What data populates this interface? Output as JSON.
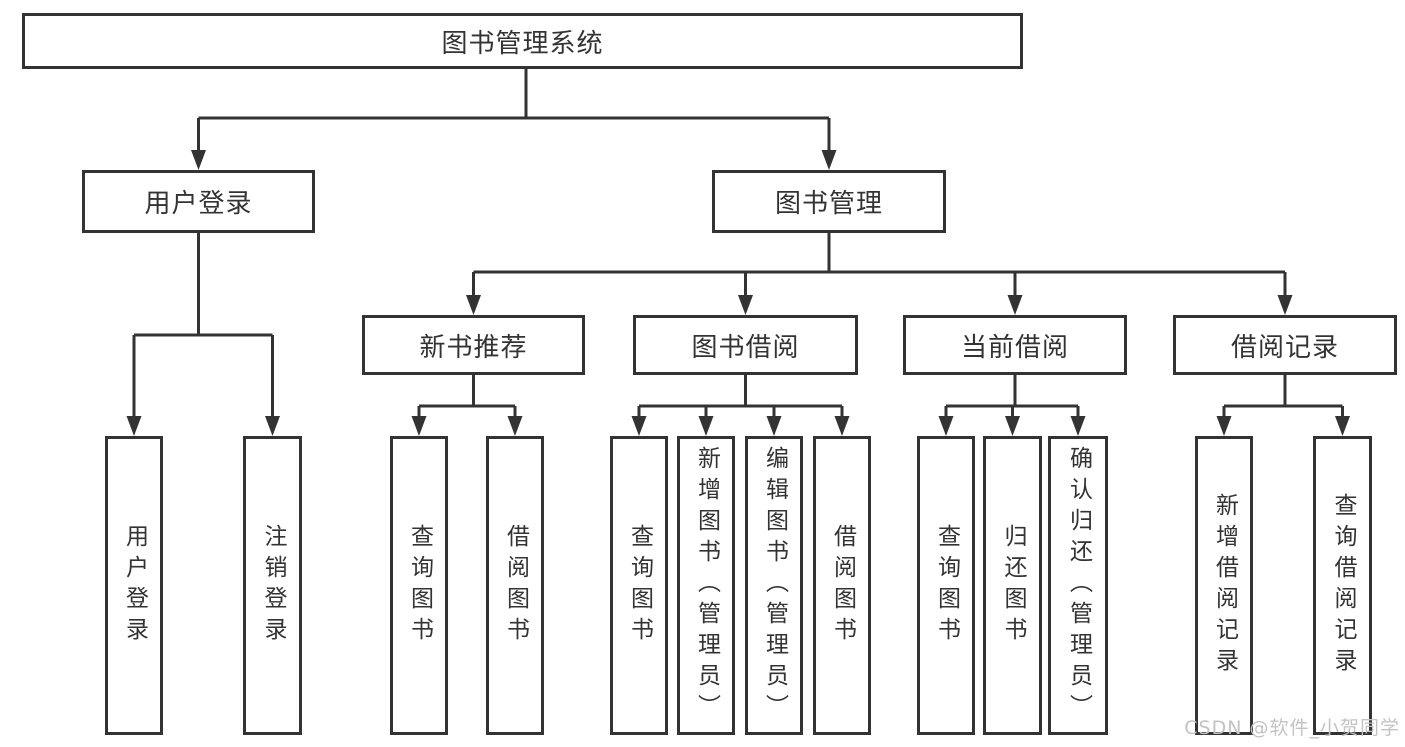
{
  "tree": {
    "root": {
      "label": "图书管理系统"
    },
    "children": [
      {
        "label": "用户登录",
        "children": [
          {
            "label": "用户登录"
          },
          {
            "label": "注销登录"
          }
        ]
      },
      {
        "label": "图书管理",
        "children": [
          {
            "label": "新书推荐",
            "children": [
              {
                "label": "查询图书"
              },
              {
                "label": "借阅图书"
              }
            ]
          },
          {
            "label": "图书借阅",
            "children": [
              {
                "label": "查询图书"
              },
              {
                "label": "新增图书（管理员）"
              },
              {
                "label": "编辑图书（管理员）"
              },
              {
                "label": "借阅图书"
              }
            ]
          },
          {
            "label": "当前借阅",
            "children": [
              {
                "label": "查询图书"
              },
              {
                "label": "归还图书"
              },
              {
                "label": "确认归还（管理员）"
              }
            ]
          },
          {
            "label": "借阅记录",
            "children": [
              {
                "label": "新增借阅记录"
              },
              {
                "label": "查询借阅记录"
              }
            ]
          }
        ]
      }
    ]
  },
  "watermark": "CSDN @软件_小贺同学",
  "colors": {
    "line": "#333333",
    "text": "#333333",
    "box_background": "#ffffff",
    "watermark": "#c3c3c3"
  }
}
